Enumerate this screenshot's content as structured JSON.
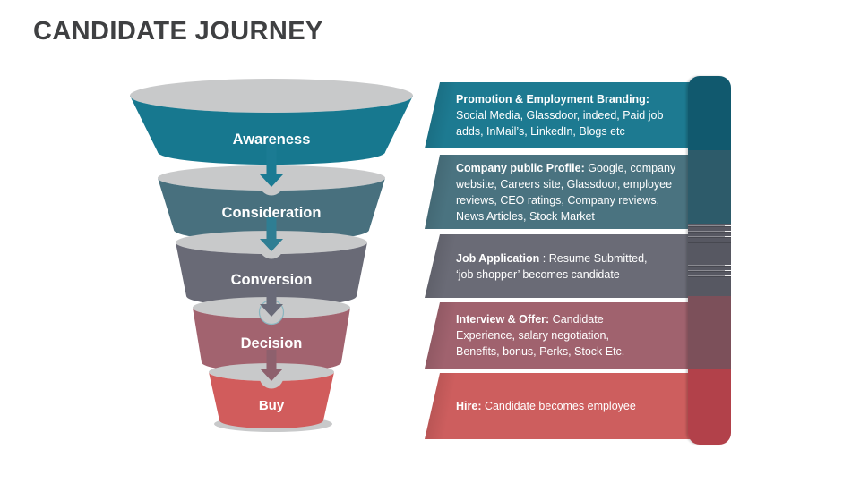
{
  "slide": {
    "title": "CANDIDATE JOURNEY",
    "title_color": "#3f4042",
    "background": "#ffffff"
  },
  "funnel": {
    "lip_color": "#c8c9ca",
    "shadow_color": "#c8c9ca",
    "notch_ring_color": "#8ab6c0",
    "stages": [
      {
        "label": "Awareness",
        "color": "#17788f"
      },
      {
        "label": "Consideration",
        "color": "#48707e"
      },
      {
        "label": "Conversion",
        "color": "#696a76"
      },
      {
        "label": "Decision",
        "color": "#a2636f"
      },
      {
        "label": "Buy",
        "color": "#d15c5c"
      }
    ],
    "arrow_colors": [
      "#1b7b93",
      "#2f7e93",
      "#696a78",
      "#8e606d"
    ]
  },
  "rows": [
    {
      "title": "Promotion & Employment Branding:",
      "body": " Social Media, Glassdoor, indeed, Paid job adds, InMail’s, LinkedIn, Blogs etc",
      "color": "#1d7a91",
      "spine_color": "#11596e"
    },
    {
      "title": "Company public Profile:",
      "body": " Google, company website, Careers site, Glassdoor, employee reviews, CEO ratings, Company reviews, News Articles, Stock Market",
      "color": "#4a7380",
      "spine_color": "#2d5b6a"
    },
    {
      "title": "Job Application",
      "body": " : Resume Submitted, ‘job shopper’ becomes candidate",
      "color": "#6a6b76",
      "spine_color": "#575862"
    },
    {
      "title": "Interview & Offer:",
      "body": " Candidate Experience, salary negotiation, Benefits, bonus, Perks, Stock Etc.",
      "color": "#a0626e",
      "spine_color": "#7c505a"
    },
    {
      "title": "Hire:",
      "body": " Candidate becomes employee",
      "color": "#cd5e5e",
      "spine_color": "#b2414a"
    }
  ]
}
